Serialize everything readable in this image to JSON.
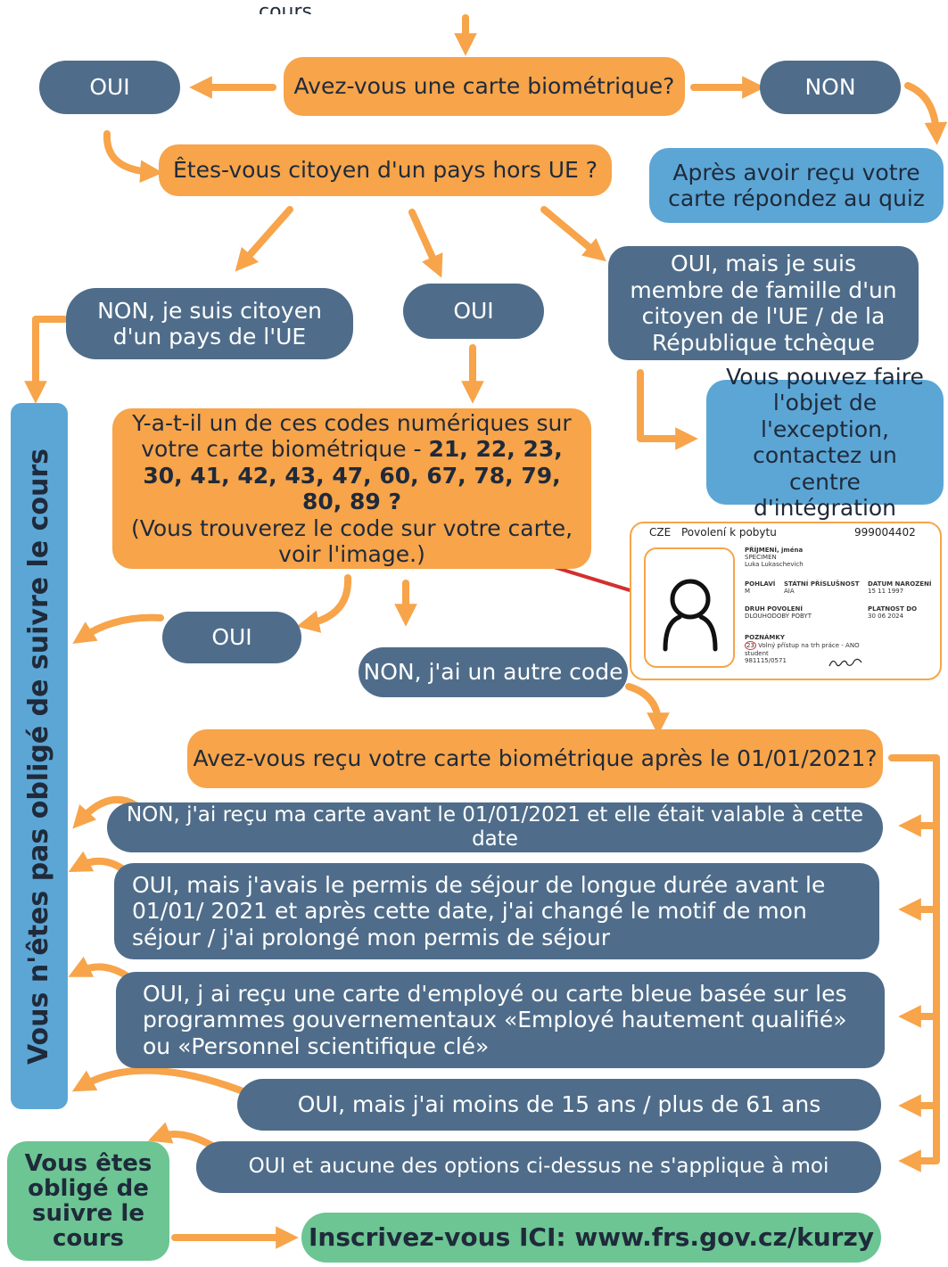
{
  "flow": {
    "top_label": "Vous n'êtes pas obligé de suivre le cours",
    "q_biometric": "Avez-vous une carte biométrique?",
    "q_biometric_yes": "OUI",
    "q_biometric_no": "NON",
    "after_card": "Après avoir reçu votre carte répondez au quiz",
    "q_non_eu": "Êtes-vous citoyen d'un pays hors UE ?",
    "eu_citizen": "NON, je suis citoyen d'un pays de l'UE",
    "non_eu_yes": "OUI",
    "family_member": "OUI, mais je suis membre de famille d'un citoyen de l'UE / de la République tchèque",
    "exception": "Vous pouvez faire l'objet de l'exception, contactez un centre d'intégration",
    "q_codes_line1": "Y-a-t-il un de ces codes numériques sur votre carte biométrique - ",
    "q_codes_codes": "21, 22, 23, 30, 41, 42, 43, 47, 60, 67, 78, 79, 80, 89 ?",
    "q_codes_line2": "(Vous trouverez le code sur votre carte, voir l'image.)",
    "codes_yes": "OUI",
    "codes_other": "NON, j'ai un autre code",
    "q_after_2021": "Avez-vous reçu votre carte biométrique après le 01/01/2021?",
    "opt_before_2021": "NON, j'ai reçu ma carte avant le 01/01/2021 et elle était valable à cette date",
    "opt_changed": "OUI, mais j'avais le permis de séjour de longue durée avant le 01/01/ 2021 et après cette date, j'ai changé le motif de mon séjour / j'ai prolongé mon permis de séjour",
    "opt_employee_card": "OUI, j ai reçu une carte d'employé ou carte bleue basée sur les programmes gouvernementaux «Employé hautement qualifié» ou «Personnel scientifique clé»",
    "opt_age": "OUI, mais j'ai moins de 15 ans / plus de 61 ans",
    "opt_none": "OUI et aucune des options ci-dessus ne s'applique à moi",
    "side_not_obliged": "Vous n'êtes pas obligé de suivre le cours",
    "obliged": "Vous êtes obligé de suivre le cours",
    "register": "Inscrivez-vous ICI: www.frs.gov.cz/kurzy"
  },
  "card": {
    "country": "CZE",
    "title": "Povolení k pobytu",
    "number": "999004402",
    "surname_label": "PŘÍJMENÍ, jména",
    "surname": "SPECIMEN",
    "given_name": "Luka Lukaschevich",
    "sex_label": "POHLAVÍ",
    "sex": "M",
    "nationality_label": "STÁTNÍ PŘÍSLUŠNOST",
    "nationality": "AIA",
    "birth_label": "DATUM NAROZENÍ",
    "birth": "15 11 1997",
    "type_label": "DRUH POVOLENÍ",
    "type": "DLOUHODOBÝ POBYT",
    "valid_label": "PLATNOST DO",
    "valid": "30 06 2024",
    "notes_label": "POZNÁMKY",
    "code": "23",
    "notes": "Volný přístup na trh práce - ANO",
    "purpose": "student",
    "personal_no": "981115/0571"
  },
  "colors": {
    "orange": "#f7a44a",
    "slate": "#4f6d8a",
    "sky": "#5ca6d6",
    "green": "#6cc593",
    "red": "#d32f2f"
  }
}
